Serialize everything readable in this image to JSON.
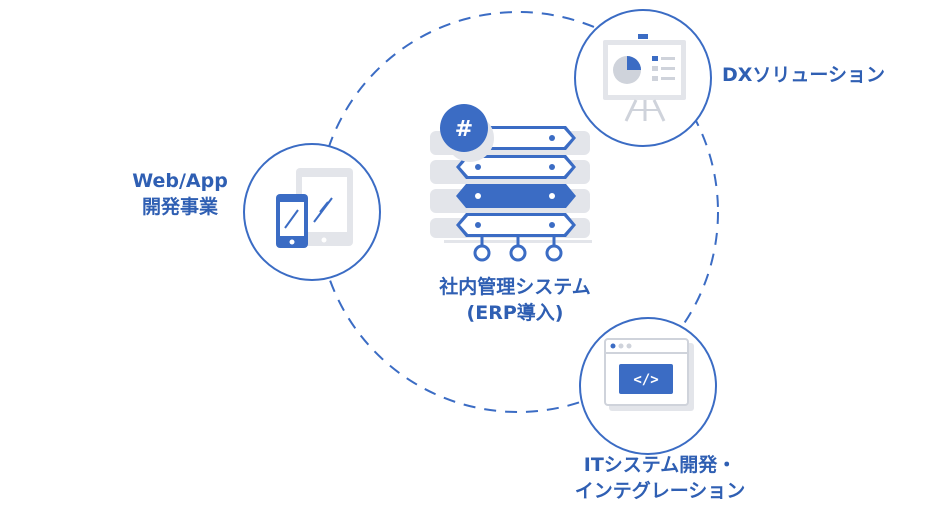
{
  "colors": {
    "accent": "#3b6cc4",
    "line": "#3b6cc4",
    "icon_gray": "#e3e5ea",
    "icon_gray_dark": "#cfd3db",
    "label": "#2f5fb3"
  },
  "nodes": {
    "web_app": {
      "icon": "tablet-phone-icon",
      "label_line1": "Web/App",
      "label_line2": "開発事業"
    },
    "dx": {
      "icon": "presentation-board-icon",
      "label": "DXソリューション"
    },
    "center": {
      "icon": "server-stack-icon",
      "badge": "#",
      "label_line1": "社内管理システム",
      "label_line2": "(ERP導入)"
    },
    "it": {
      "icon": "code-window-icon",
      "code_glyph": "</>",
      "label_line1": "ITシステム開発・",
      "label_line2": "インテグレーション"
    }
  }
}
